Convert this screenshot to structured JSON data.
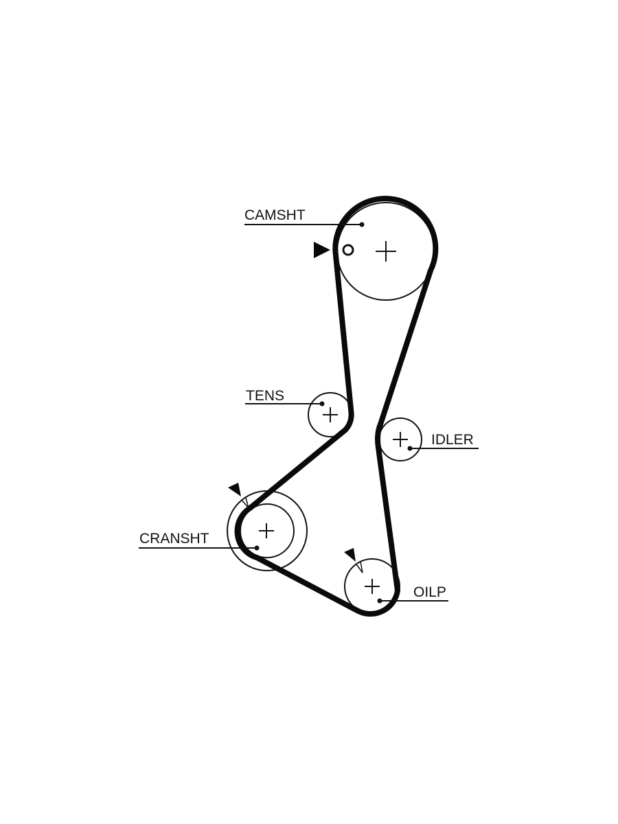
{
  "diagram": {
    "colors": {
      "belt": "#0a0a0a",
      "line": "#111111",
      "background": "#ffffff"
    },
    "labels": {
      "camshaft": "CAMSHT",
      "tensioner": "TENS",
      "idler": "IDLER",
      "crankshaft": "CRANSHT",
      "oil_pump": "OILP"
    }
  }
}
